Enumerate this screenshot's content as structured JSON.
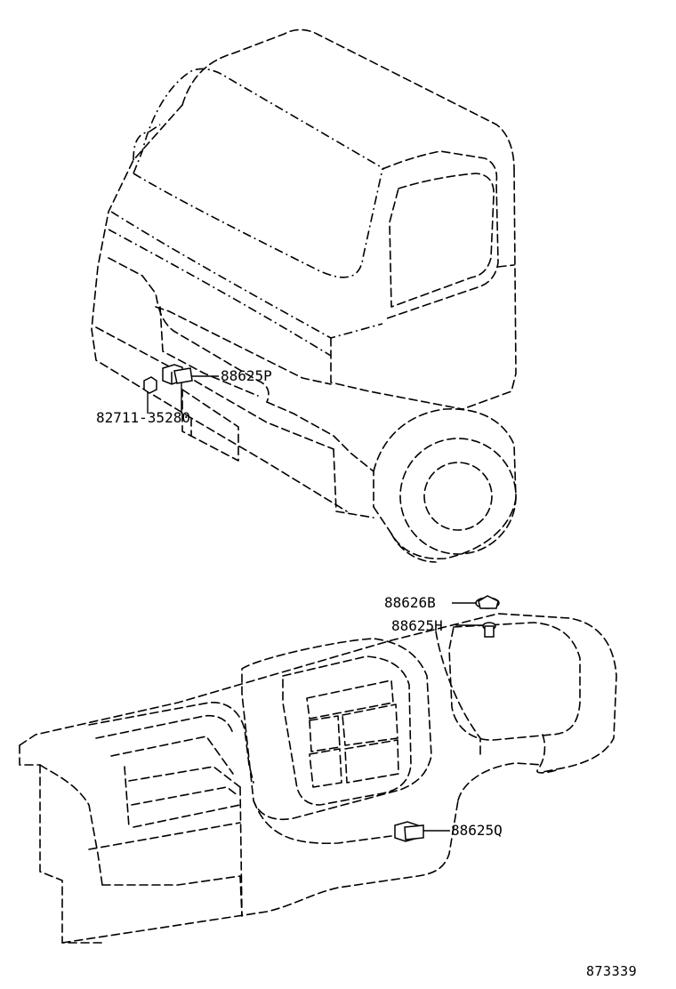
{
  "parts": {
    "p88625P": "88625P",
    "p82711": "82711-35280",
    "p88626B": "88626B",
    "p88625H": "88625H",
    "p88625Q": "88625Q"
  },
  "reference_number": "873339"
}
